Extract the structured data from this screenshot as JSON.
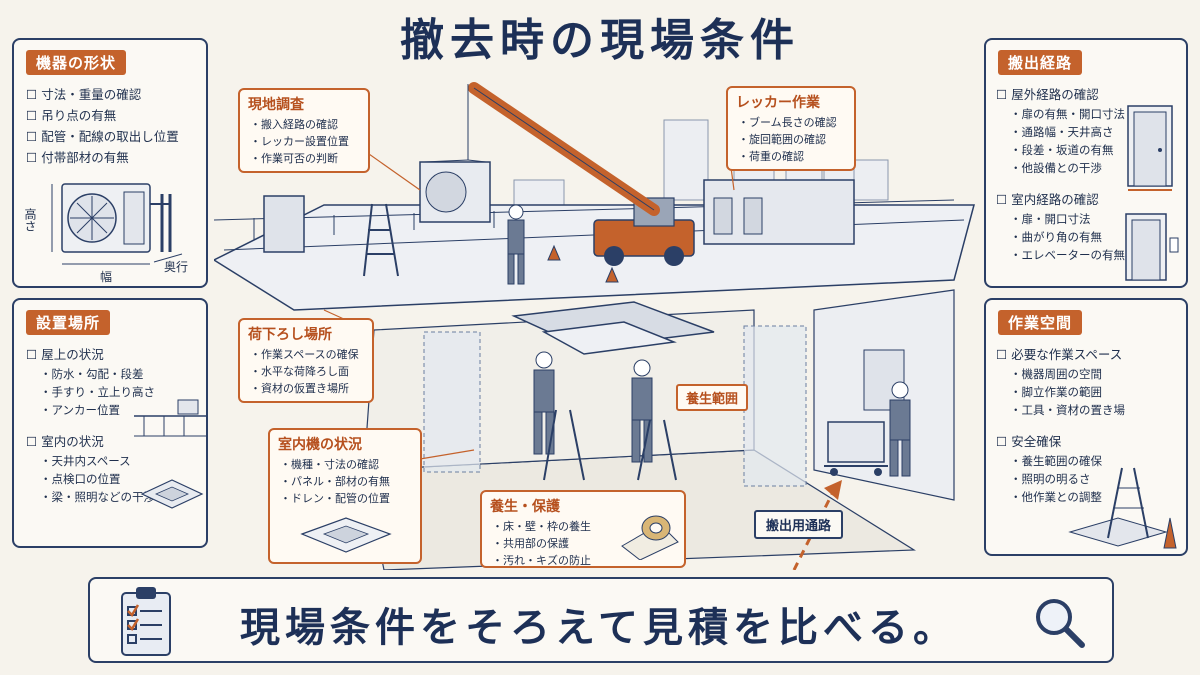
{
  "title": "撤去時の現場条件",
  "left_top": {
    "heading": "機器の形状",
    "items": [
      "寸法・重量の確認",
      "吊り点の有無",
      "配管・配線の取出し位置",
      "付帯部材の有無"
    ],
    "dim_height": "高さ",
    "dim_width": "幅",
    "dim_depth": "奥行"
  },
  "left_bottom": {
    "heading": "設置場所",
    "group1_title": "屋上の状況",
    "group1_items": [
      "防水・勾配・段差",
      "手すり・立上り高さ",
      "アンカー位置"
    ],
    "group2_title": "室内の状況",
    "group2_items": [
      "天井内スペース",
      "点検口の位置",
      "梁・照明などの干渉"
    ]
  },
  "right_top": {
    "heading": "搬出経路",
    "group1_title": "屋外経路の確認",
    "group1_items": [
      "扉の有無・開口寸法",
      "通路幅・天井高さ",
      "段差・坂道の有無",
      "他設備との干渉"
    ],
    "group2_title": "室内経路の確認",
    "group2_items": [
      "扉・開口寸法",
      "曲がり角の有無",
      "エレベーターの有無"
    ]
  },
  "right_bottom": {
    "heading": "作業空間",
    "group1_title": "必要な作業スペース",
    "group1_items": [
      "機器周囲の空間",
      "脚立作業の範囲",
      "工具・資材の置き場"
    ],
    "group2_title": "安全確保",
    "group2_items": [
      "養生範囲の確保",
      "照明の明るさ",
      "他作業との調整"
    ]
  },
  "callouts": {
    "site_survey": {
      "title": "現地調査",
      "items": [
        "搬入経路の確認",
        "レッカー設置位置",
        "作業可否の判断"
      ]
    },
    "crane": {
      "title": "レッカー作業",
      "items": [
        "ブーム長さの確認",
        "旋回範囲の確認",
        "荷重の確認"
      ]
    },
    "unloading": {
      "title": "荷下ろし場所",
      "items": [
        "作業スペースの確保",
        "水平な荷降ろし面",
        "資材の仮置き場所"
      ]
    },
    "indoor_unit": {
      "title": "室内機の状況",
      "items": [
        "機種・寸法の確認",
        "パネル・部材の有無",
        "ドレン・配管の位置"
      ]
    },
    "protection": {
      "title": "養生・保護",
      "items": [
        "床・壁・枠の養生",
        "共用部の保護",
        "汚れ・キズの防止"
      ]
    }
  },
  "labels": {
    "protection_area": "養生範囲",
    "carry_out_path": "搬出用通路"
  },
  "footer": {
    "text": "現場条件をそろえて見積を比べる。"
  },
  "colors": {
    "navy": "#1d3057",
    "accent": "#c4622c",
    "paper": "#f6f3ec"
  }
}
